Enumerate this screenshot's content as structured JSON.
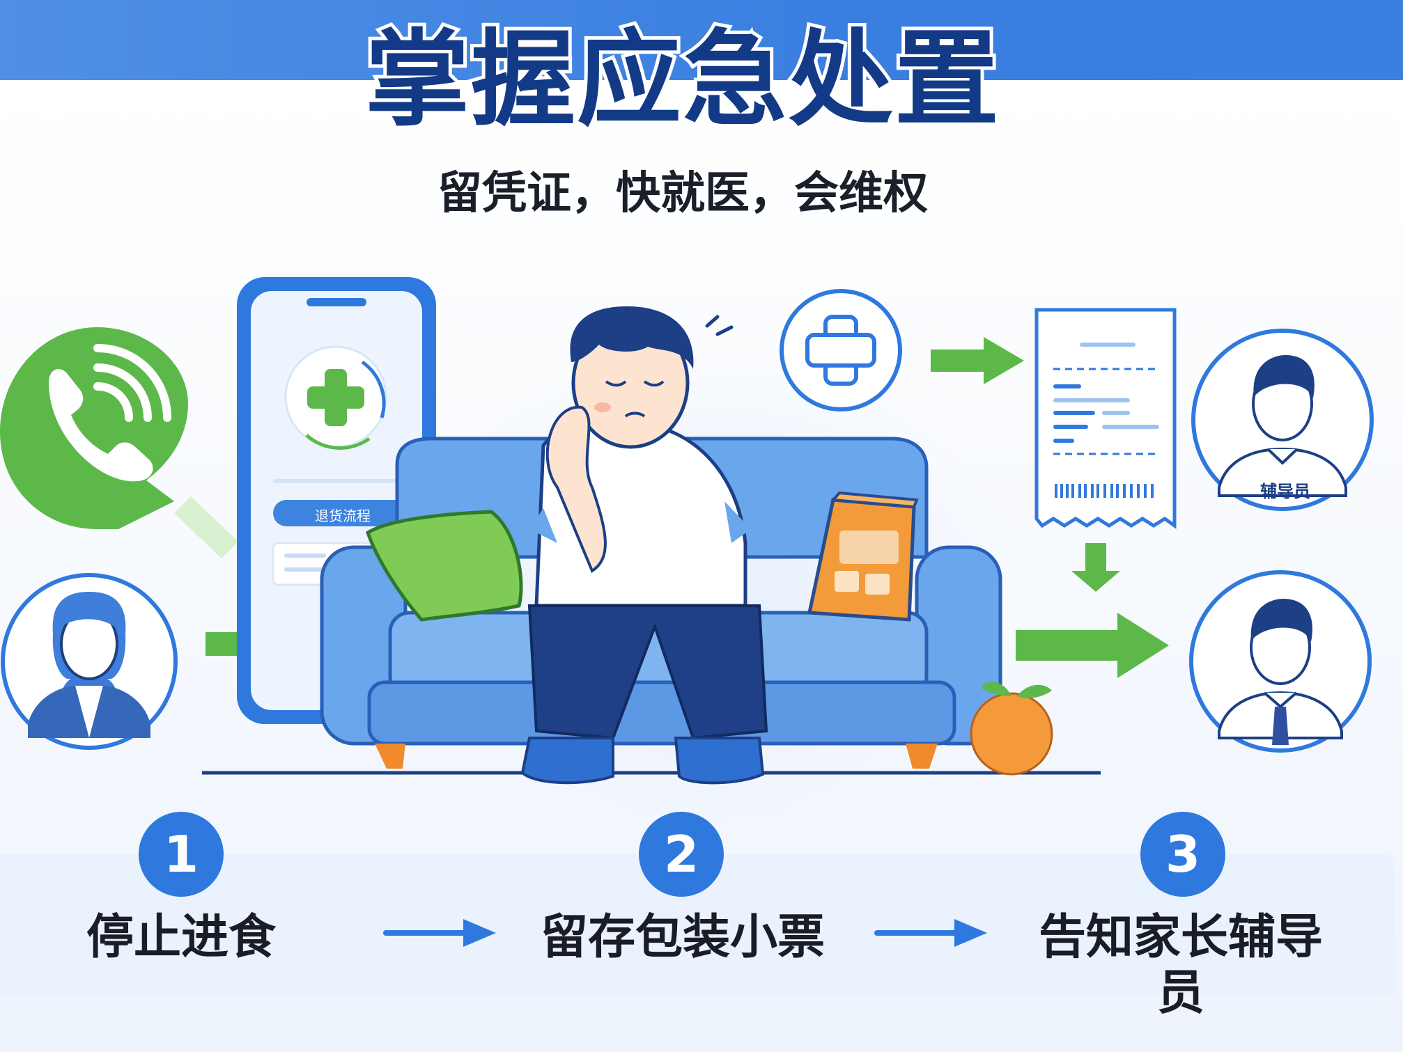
{
  "header": {
    "title": "掌握应急处置",
    "subtitle": "留凭证，快就医，会维权"
  },
  "illustration": {
    "phone_button_text": "退货流程",
    "counselor_label": "辅导员"
  },
  "steps": [
    {
      "number": "1",
      "label": "停止进食"
    },
    {
      "number": "2",
      "label": "留存包装小票"
    },
    {
      "number": "3",
      "label": "告知家长辅导员"
    }
  ],
  "colors": {
    "brand_blue": "#2f79de",
    "title_navy": "#123a86",
    "accent_green": "#5db84a",
    "accent_orange": "#f08a2c",
    "sofa_blue": "#6aa6ec"
  },
  "icons": [
    "phone-call-icon",
    "medical-cross-icon",
    "receipt-icon",
    "arrow-right-icon",
    "arrow-down-icon"
  ]
}
